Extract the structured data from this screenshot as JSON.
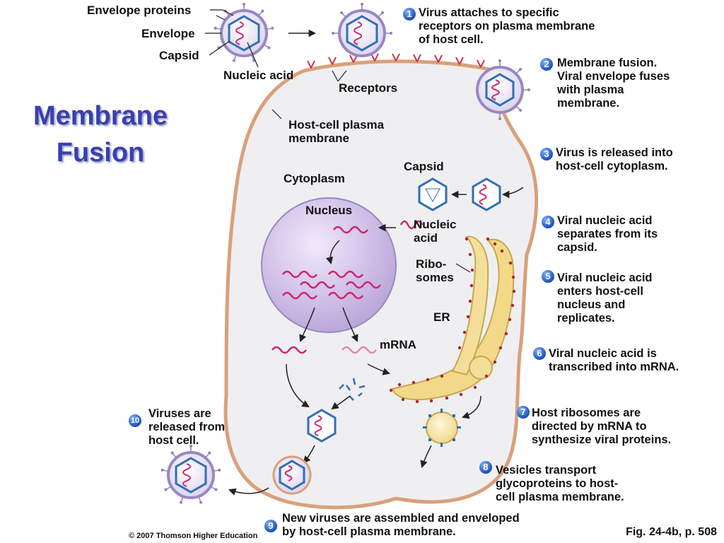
{
  "title": "Membrane\nFusion",
  "labels": {
    "envelope_proteins": "Envelope proteins",
    "envelope": "Envelope",
    "capsid": "Capsid",
    "nucleic_acid": "Nucleic acid",
    "receptors": "Receptors",
    "plasma_membrane": "Host-cell plasma\nmembrane",
    "cytoplasm": "Cytoplasm",
    "capsid_inner": "Capsid",
    "nucleus": "Nucleus",
    "nucleic_acid_inner": "Nucleic\nacid",
    "ribosomes": "Ribo-\nsomes",
    "er": "ER",
    "mrna": "mRNA"
  },
  "steps": [
    {
      "num": "1",
      "text": "Virus attaches to specific\nreceptors on plasma membrane\nof host cell."
    },
    {
      "num": "2",
      "text": "Membrane fusion.\nViral envelope fuses\nwith plasma\nmembrane."
    },
    {
      "num": "3",
      "text": "Virus is released into\nhost-cell cytoplasm."
    },
    {
      "num": "4",
      "text": "Viral nucleic acid\nseparates from its\ncapsid."
    },
    {
      "num": "5",
      "text": "Viral nucleic acid\nenters host-cell\nnucleus and\nreplicates."
    },
    {
      "num": "6",
      "text": "Viral nucleic acid is\ntranscribed into mRNA."
    },
    {
      "num": "7",
      "text": "Host ribosomes are\ndirected by mRNA to\nsynthesize viral proteins."
    },
    {
      "num": "8",
      "text": "Vesicles transport\nglycoproteins to host-\ncell plasma membrane."
    },
    {
      "num": "9",
      "text": "New viruses are assembled and enveloped\nby host-cell plasma membrane."
    },
    {
      "num": "10",
      "text": "Viruses are\nreleased from\nhost cell."
    }
  ],
  "copyright": "© 2007 Thomson Higher Education",
  "figure_ref": "Fig. 24-4b, p. 508",
  "colors": {
    "title": "#3a3fb0",
    "membrane": "#d9a07a",
    "cytoplasm": "#efeff1",
    "nucleus": "#cbb8e3",
    "nucleic_acid": "#d0246e",
    "capsid": "#2f6fb5",
    "er": "#f2d98a",
    "ribosome": "#b0242c",
    "step_badge": "#1d4fb8"
  }
}
